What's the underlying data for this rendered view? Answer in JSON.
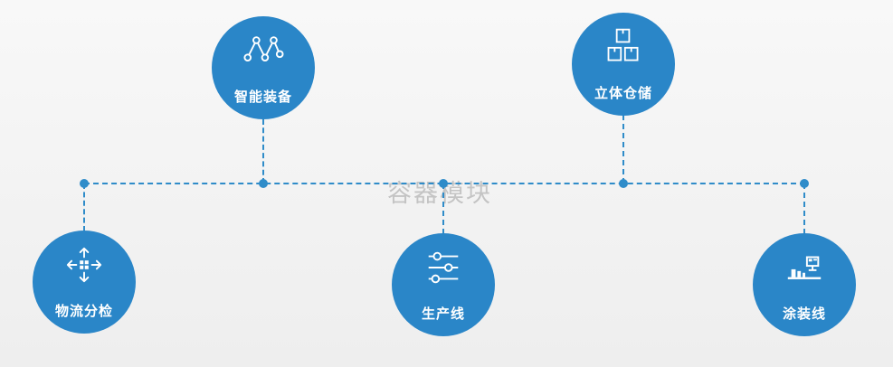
{
  "watermark": "容器模块",
  "colors": {
    "node_fill": "#2a86c8",
    "connector": "#2f8cc9",
    "background": "#f3f3f3",
    "label_text": "#ffffff"
  },
  "nodes": [
    {
      "id": "smart-equipment",
      "label": "智能装备",
      "icon": "network-icon"
    },
    {
      "id": "stereo-warehouse",
      "label": "立体仓储",
      "icon": "stacked-boxes-icon"
    },
    {
      "id": "logistics-sorting",
      "label": "物流分检",
      "icon": "sorting-arrows-icon"
    },
    {
      "id": "production-line",
      "label": "生产线",
      "icon": "sliders-icon"
    },
    {
      "id": "painting-line",
      "label": "涂装线",
      "icon": "painting-machine-icon"
    }
  ]
}
